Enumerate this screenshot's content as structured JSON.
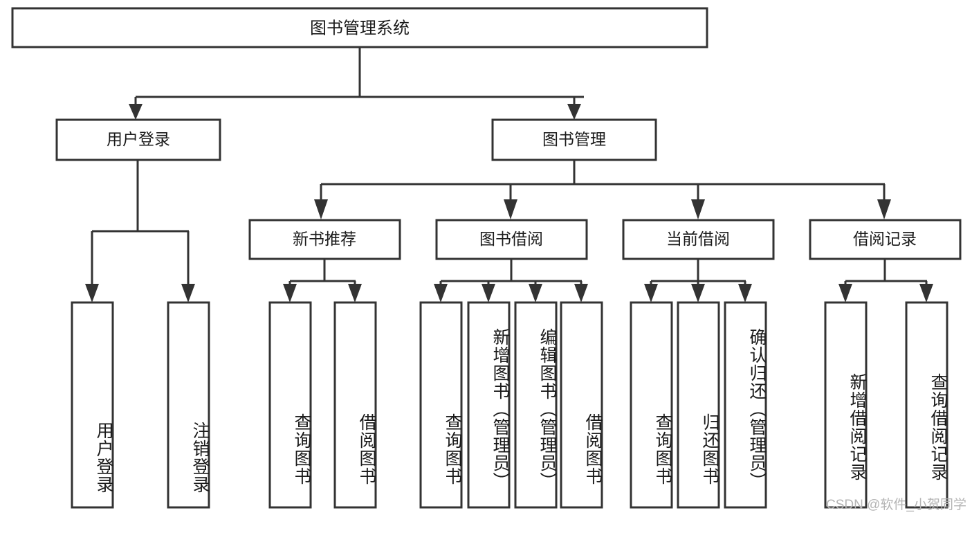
{
  "diagram": {
    "type": "tree-hierarchy",
    "title": "图书管理系统",
    "watermark": "CSDN @软件_小贺同学",
    "style": {
      "box_fill": "#ffffff",
      "box_stroke": "#333333",
      "text_color": "#1a1a1a",
      "watermark_color": "#b4b4b4",
      "background": "#ffffff"
    },
    "root": {
      "label": "图书管理系统"
    },
    "level2": [
      {
        "label": "用户登录"
      },
      {
        "label": "图书管理"
      }
    ],
    "level3": [
      {
        "label": "新书推荐"
      },
      {
        "label": "图书借阅"
      },
      {
        "label": "当前借阅"
      },
      {
        "label": "借阅记录"
      }
    ],
    "leaves": {
      "user_login": [
        {
          "label": "用户登录"
        },
        {
          "label": "注销登录"
        }
      ],
      "new_book_recommend": [
        {
          "label": "查询图书"
        },
        {
          "label": "借阅图书"
        }
      ],
      "book_borrow": [
        {
          "label": "查询图书"
        },
        {
          "label": "新增图书（管理员）"
        },
        {
          "label": "编辑图书（管理员）"
        },
        {
          "label": "借阅图书"
        }
      ],
      "current_borrow": [
        {
          "label": "查询图书"
        },
        {
          "label": "归还图书"
        },
        {
          "label": "确认归还（管理员）"
        }
      ],
      "borrow_records": [
        {
          "label": "新增借阅记录"
        },
        {
          "label": "查询借阅记录"
        }
      ]
    }
  }
}
